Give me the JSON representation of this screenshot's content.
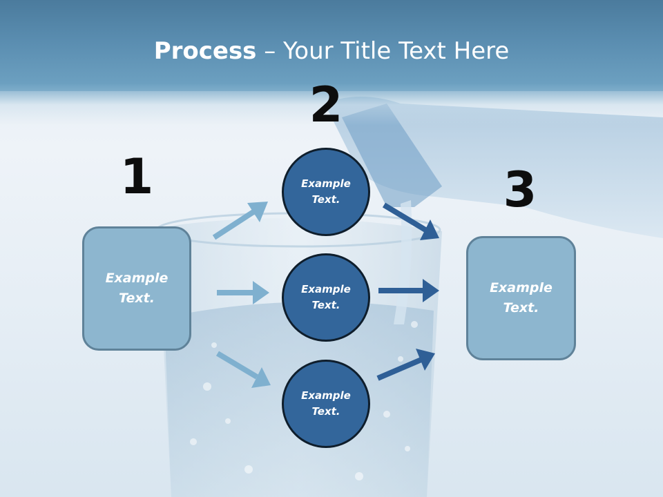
{
  "slide": {
    "title_bold": "Process",
    "title_rest": " – Your Title Text Here"
  },
  "steps": {
    "numbers": [
      "1",
      "2",
      "3"
    ]
  },
  "boxes": {
    "left": {
      "line1": "Example",
      "line2": "Text."
    },
    "right": {
      "line1": "Example",
      "line2": "Text."
    }
  },
  "circles": [
    {
      "line1": "Example",
      "line2": "Text."
    },
    {
      "line1": "Example",
      "line2": "Text."
    },
    {
      "line1": "Example",
      "line2": "Text."
    }
  ],
  "colors": {
    "title_band": "#5a8db0",
    "box_fill": "#8db6cf",
    "circle_fill": "#33669b",
    "arrow_light": "#7fb0cf",
    "arrow_dark": "#2f5f96"
  }
}
